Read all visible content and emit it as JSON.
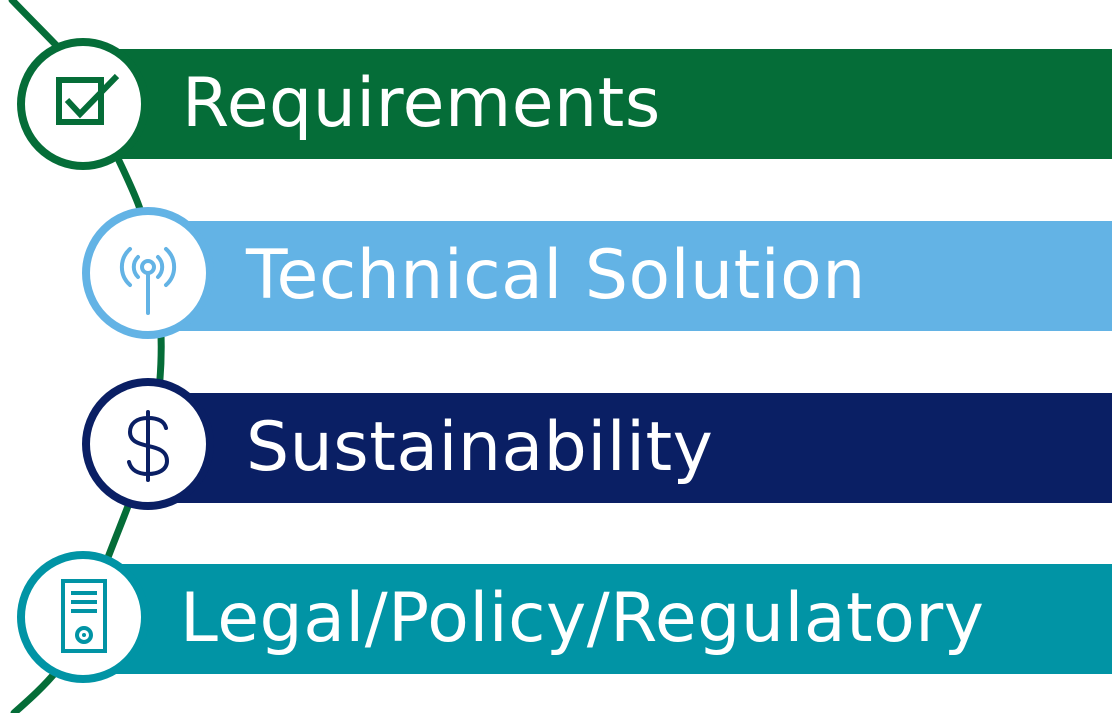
{
  "colors": {
    "connector": "#056d38",
    "requirements": "#056d38",
    "technical_solution": "#63b3e5",
    "sustainability": "#0a1f64",
    "legal": "#0194a5"
  },
  "items": [
    {
      "label": "Requirements",
      "icon": "checkbox-icon"
    },
    {
      "label": "Technical Solution",
      "icon": "antenna-icon"
    },
    {
      "label": "Sustainability",
      "icon": "dollar-icon"
    },
    {
      "label": "Legal/Policy/Regulatory",
      "icon": "certificate-icon"
    }
  ]
}
